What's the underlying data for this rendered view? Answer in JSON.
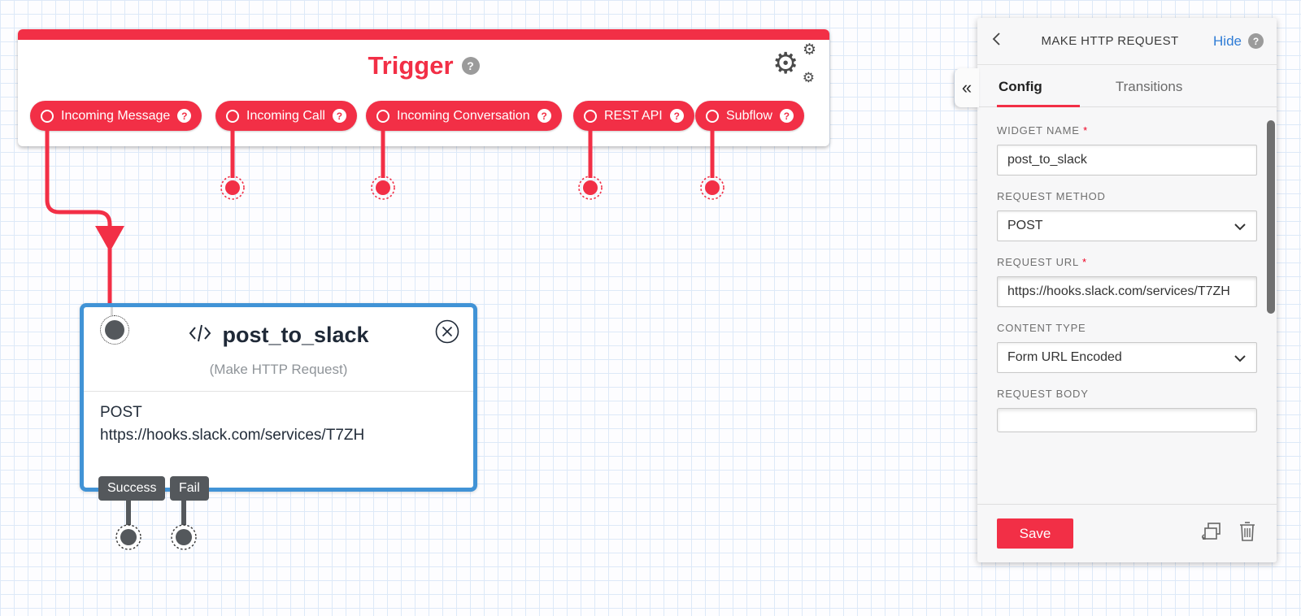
{
  "icons": {
    "collapse": "«",
    "gear": "⚙"
  },
  "canvas": {
    "trigger": {
      "title": "Trigger",
      "pills": [
        {
          "label": "Incoming Message"
        },
        {
          "label": "Incoming Call"
        },
        {
          "label": "Incoming Conversation"
        },
        {
          "label": "REST API"
        },
        {
          "label": "Subflow"
        }
      ]
    },
    "widget": {
      "name": "post_to_slack",
      "type": "(Make HTTP Request)",
      "method": "POST",
      "url": "https://hooks.slack.com/services/T7ZH",
      "transitions": [
        {
          "label": "Success"
        },
        {
          "label": "Fail"
        }
      ]
    }
  },
  "panel": {
    "title": "MAKE HTTP REQUEST",
    "hide": "Hide",
    "help": "?",
    "required": "*",
    "tabs": {
      "config": "Config",
      "transitions": "Transitions"
    },
    "fields": {
      "widget_name": {
        "label": "WIDGET NAME",
        "value": "post_to_slack"
      },
      "request_method": {
        "label": "REQUEST METHOD",
        "value": "POST"
      },
      "request_url": {
        "label": "REQUEST URL",
        "value": "https://hooks.slack.com/services/T7ZH"
      },
      "content_type": {
        "label": "CONTENT TYPE",
        "value": "Form URL Encoded"
      },
      "request_body": {
        "label": "REQUEST BODY",
        "value": ""
      }
    },
    "save": "Save"
  },
  "colors": {
    "red": "#F22F46",
    "selected_blue": "#4193D6",
    "link_blue": "#2E7CD6",
    "tag_gray": "#54585C"
  }
}
